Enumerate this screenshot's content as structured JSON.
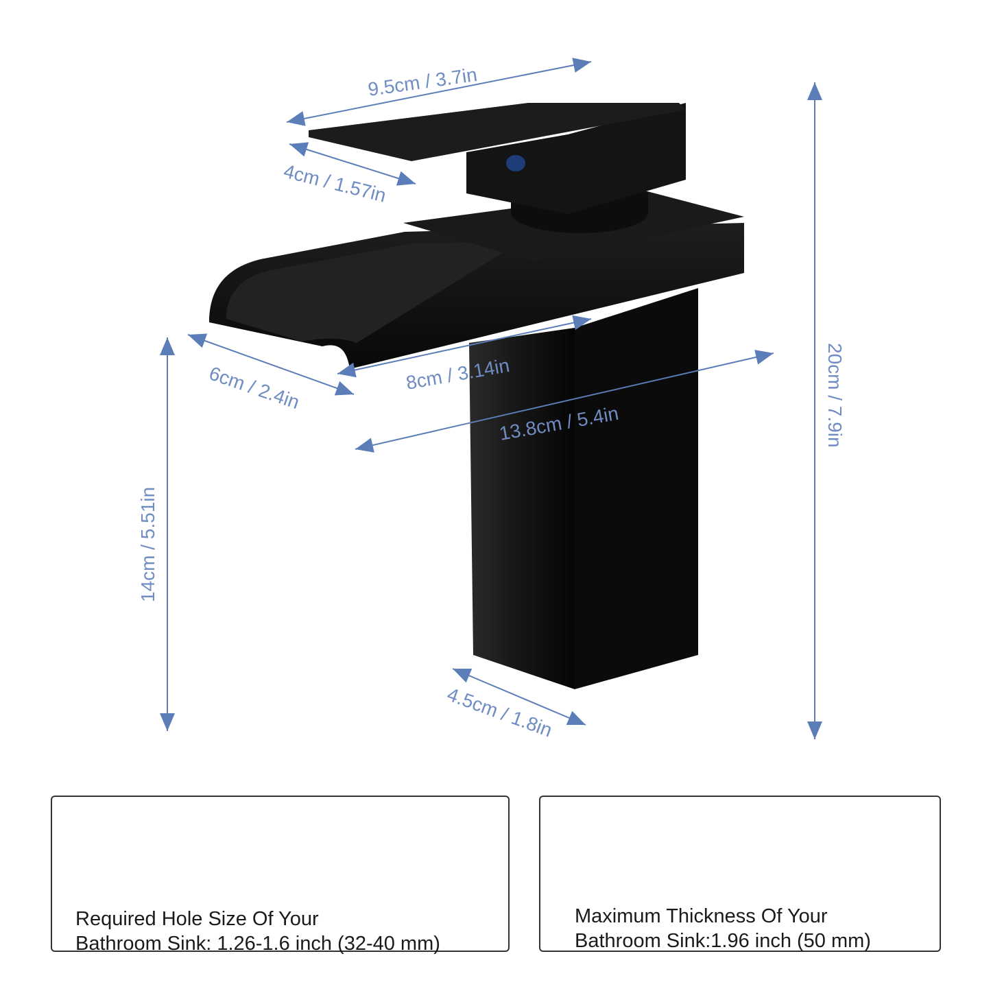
{
  "colors": {
    "dimension": "#5b7db8",
    "dimension_text": "#6f8cc3",
    "faucet": "#111111",
    "box_border": "#333333",
    "text": "#1a1a1a"
  },
  "dimensions": {
    "handle_length": "9.5cm / 3.7in",
    "handle_width": "4cm / 1.57in",
    "spout_width": "6cm / 2.4in",
    "spout_length": "8cm / 3.14in",
    "total_depth": "13.8cm / 5.4in",
    "base_width": "4.5cm / 1.8in",
    "spout_height": "14cm / 5.51in",
    "total_height": "20cm / 7.9in"
  },
  "info_boxes": {
    "hole": {
      "line1": "Required Hole Size Of Your",
      "line2": "Bathroom Sink: 1.26-1.6 inch  (32-40 mm)"
    },
    "thickness": {
      "line1": "Maximum Thickness Of Your",
      "line2": "Bathroom Sink:1.96 inch (50 mm)"
    }
  }
}
